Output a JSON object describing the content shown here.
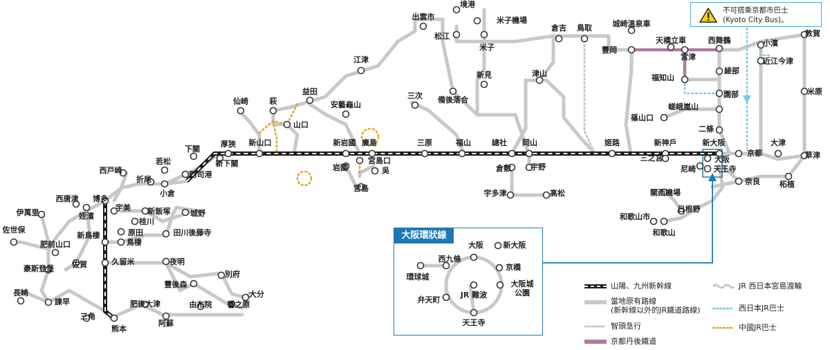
{
  "notice": {
    "icon": "warning-icon",
    "line1": "不可搭乘京都市巴士",
    "line2": "(Kyoto City Bus)。"
  },
  "inset": {
    "title": "大阪環狀線",
    "stations": [
      "大阪",
      "新大阪",
      "京橋",
      "大阪城",
      "公園",
      "JR 難波",
      "天王寺",
      "弁天町",
      "西九條",
      "環球城"
    ]
  },
  "legend": [
    {
      "label": "山陽、九州新幹線",
      "style": "shinkansen"
    },
    {
      "label": "當地原有路線",
      "label2": "(新幹線以外的JR鐵道路線)",
      "style": "local",
      "color": "#c8c8c8"
    },
    {
      "label": "智頭急行",
      "style": "chizu",
      "color": "#c8c8c8"
    },
    {
      "label": "京都丹後鐵道",
      "style": "tango",
      "color": "#b07aa1"
    },
    {
      "label": "JR 西日本宮島渡輪",
      "style": "ferry",
      "color": "#c8c8c8"
    },
    {
      "label": "西日本JR巴士",
      "style": "westbus",
      "color": "#7ec8e3"
    },
    {
      "label": "中國JR巴士",
      "style": "chugokubus",
      "color": "#e0a820"
    }
  ],
  "colors": {
    "local_line": "#c8c8c8",
    "shinkansen": "#1a1a1a",
    "tango": "#b07aa1",
    "west_bus": "#7ec8e3",
    "chugoku_bus": "#e0a820",
    "accent": "#1e78b4"
  },
  "stations": [
    "境港",
    "米子機場",
    "出雲市",
    "松江",
    "米子",
    "倉吉",
    "鳥取",
    "城崎溫泉車",
    "天橋立車",
    "西舞鶴",
    "敦賀",
    "小濱",
    "近江今津",
    "豐岡",
    "宮津",
    "江津",
    "新見",
    "津山",
    "福知山",
    "綾部",
    "米原",
    "益田",
    "三次",
    "備後落合",
    "園部",
    "仙崎",
    "萩",
    "安藝龜山",
    "山口",
    "嵯峨嵐山",
    "篠山口",
    "二條",
    "下關",
    "厚狹",
    "新山口",
    "新岩國",
    "廣島",
    "三原",
    "福山",
    "總社",
    "岡山",
    "姬路",
    "新神戶",
    "新大阪",
    "京都",
    "大津",
    "草津",
    "若松",
    "新下關",
    "宮島口",
    "岩國",
    "三之宮",
    "大阪",
    "尼崎",
    "天王寺",
    "門司港",
    "吳",
    "倉敷",
    "宇野",
    "西戸崎",
    "折尾",
    "小倉",
    "宮島",
    "奈良",
    "柘植",
    "西唐津",
    "博多",
    "宇多津",
    "高松",
    "伊萬里",
    "姪濱",
    "宇美",
    "新飯塚",
    "城野",
    "關西機場",
    "佐世保",
    "桂川",
    "日根野",
    "原田",
    "田川後藤寺",
    "和歌山市",
    "新鳥棲",
    "鳥棲",
    "肥前山口",
    "和歌山",
    "豪斯登堡",
    "佐賀",
    "久留米",
    "夜明",
    "別府",
    "長崎",
    "豐後森",
    "大分",
    "諫早",
    "由布院",
    "肥後大津",
    "響之原",
    "三角",
    "熊本",
    "阿蘇"
  ]
}
